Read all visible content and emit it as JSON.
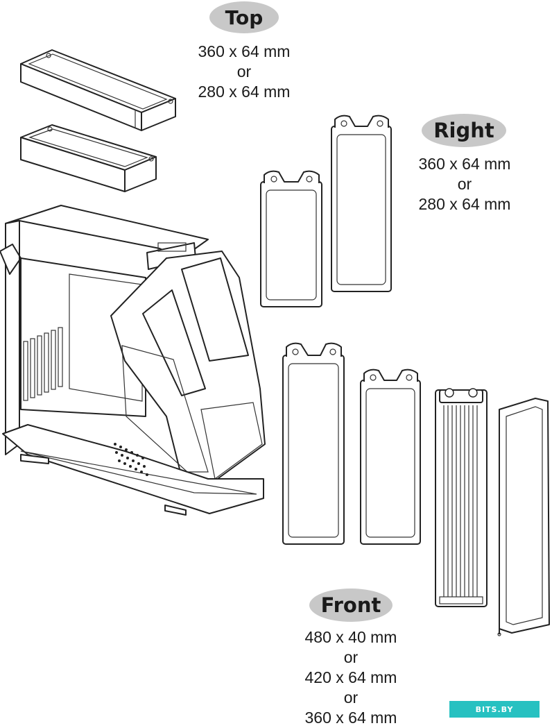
{
  "labels": {
    "top": {
      "title": "Top",
      "lines": [
        "360 x 64 mm",
        "or",
        "280 x 64 mm"
      ]
    },
    "right": {
      "title": "Right",
      "lines": [
        "360 x 64 mm",
        "or",
        "280 x 64 mm"
      ]
    },
    "front": {
      "title": "Front",
      "lines": [
        "480 x 40 mm",
        "or",
        "420 x 64 mm",
        "or",
        "360 x 64 mm"
      ]
    }
  },
  "watermark": "BITS.BY",
  "colors": {
    "pill": "#c8c8c8",
    "line": "#222222",
    "watermark_bg": "#27c1c1"
  }
}
